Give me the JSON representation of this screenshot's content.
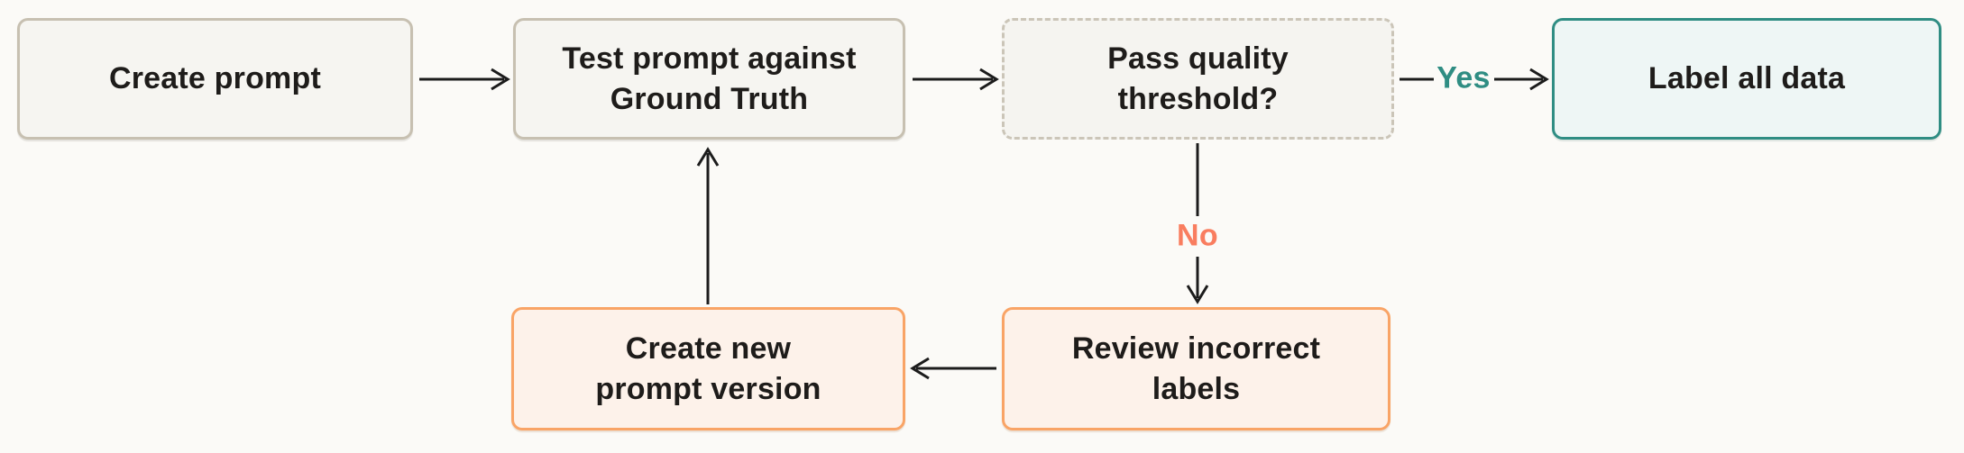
{
  "flowchart": {
    "nodes": [
      {
        "id": "create-prompt",
        "label": "Create prompt",
        "style": "neutral"
      },
      {
        "id": "test-prompt",
        "label": "Test prompt against\nGround Truth",
        "style": "neutral"
      },
      {
        "id": "pass-threshold",
        "label": "Pass quality\nthreshold?",
        "style": "decision-dashed"
      },
      {
        "id": "label-all-data",
        "label": "Label all data",
        "style": "teal"
      },
      {
        "id": "review-incorrect",
        "label": "Review incorrect\nlabels",
        "style": "orange"
      },
      {
        "id": "create-new-version",
        "label": "Create new\nprompt version",
        "style": "orange"
      }
    ],
    "edge_labels": {
      "yes": "Yes",
      "no": "No"
    },
    "colors": {
      "background": "#fbfaf7",
      "node_text": "#1e1c1a",
      "arrow": "#1c1c1c",
      "neutral_fill": "#f6f5f1",
      "neutral_border": "#c7c0b1",
      "dashed_fill": "#f5f4f0",
      "dashed_border": "#cbc5b8",
      "teal_fill": "#eef6f5",
      "teal_border": "#2f8d83",
      "orange_fill": "#fdf2ea",
      "orange_border": "#f9a466",
      "yes_text": "#2f8d83",
      "no_text": "#f97d5f"
    }
  }
}
